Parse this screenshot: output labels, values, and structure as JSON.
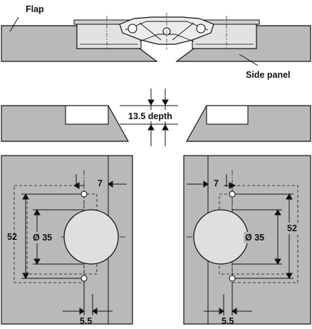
{
  "labels": {
    "flap": "Flap",
    "side_panel": "Side panel",
    "depth": "13.5 depth"
  },
  "left_drawing": {
    "offset": "7",
    "height": "52",
    "diameter": "Ø 35",
    "spacing": "5.5"
  },
  "right_drawing": {
    "offset": "7",
    "height": "52",
    "diameter": "Ø 35",
    "spacing": "5.5"
  },
  "colors": {
    "panel": "#b9b9bb",
    "cup": "#dfdfe0",
    "line": "#111111"
  }
}
